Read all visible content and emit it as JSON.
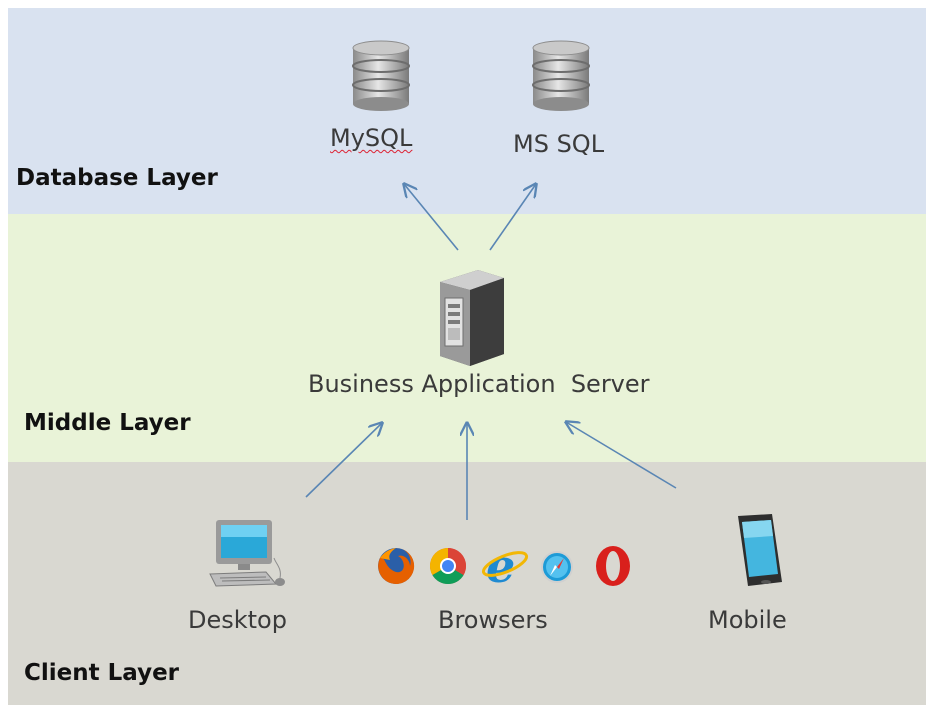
{
  "colors": {
    "database_layer_bg": "#d9e2f0",
    "middle_layer_bg": "#e9f3d8",
    "client_layer_bg": "#d9d8d1",
    "arrow": "#5a86b4"
  },
  "layers": {
    "database": {
      "title": "Database Layer",
      "nodes": [
        {
          "label": "MySQL",
          "icon": "database-icon",
          "spell_error_underline": true
        },
        {
          "label": "MS SQL",
          "icon": "database-icon"
        }
      ]
    },
    "middle": {
      "title": "Middle Layer",
      "node": {
        "label": "Business Application  Server",
        "icon": "server-tower-icon"
      }
    },
    "client": {
      "title": "Client Layer",
      "nodes": [
        {
          "label": "Desktop",
          "icon": "desktop-computer-icon"
        },
        {
          "label": "Browsers",
          "icons": [
            "firefox-icon",
            "chrome-icon",
            "internet-explorer-icon",
            "safari-icon",
            "opera-icon"
          ]
        },
        {
          "label": "Mobile",
          "icon": "smartphone-icon"
        }
      ]
    }
  },
  "connections": [
    {
      "from": "Business Application  Server",
      "to": "MySQL"
    },
    {
      "from": "Business Application  Server",
      "to": "MS SQL"
    },
    {
      "from": "Desktop",
      "to": "Business Application  Server"
    },
    {
      "from": "Browsers",
      "to": "Business Application  Server"
    },
    {
      "from": "Mobile",
      "to": "Business Application  Server"
    }
  ]
}
